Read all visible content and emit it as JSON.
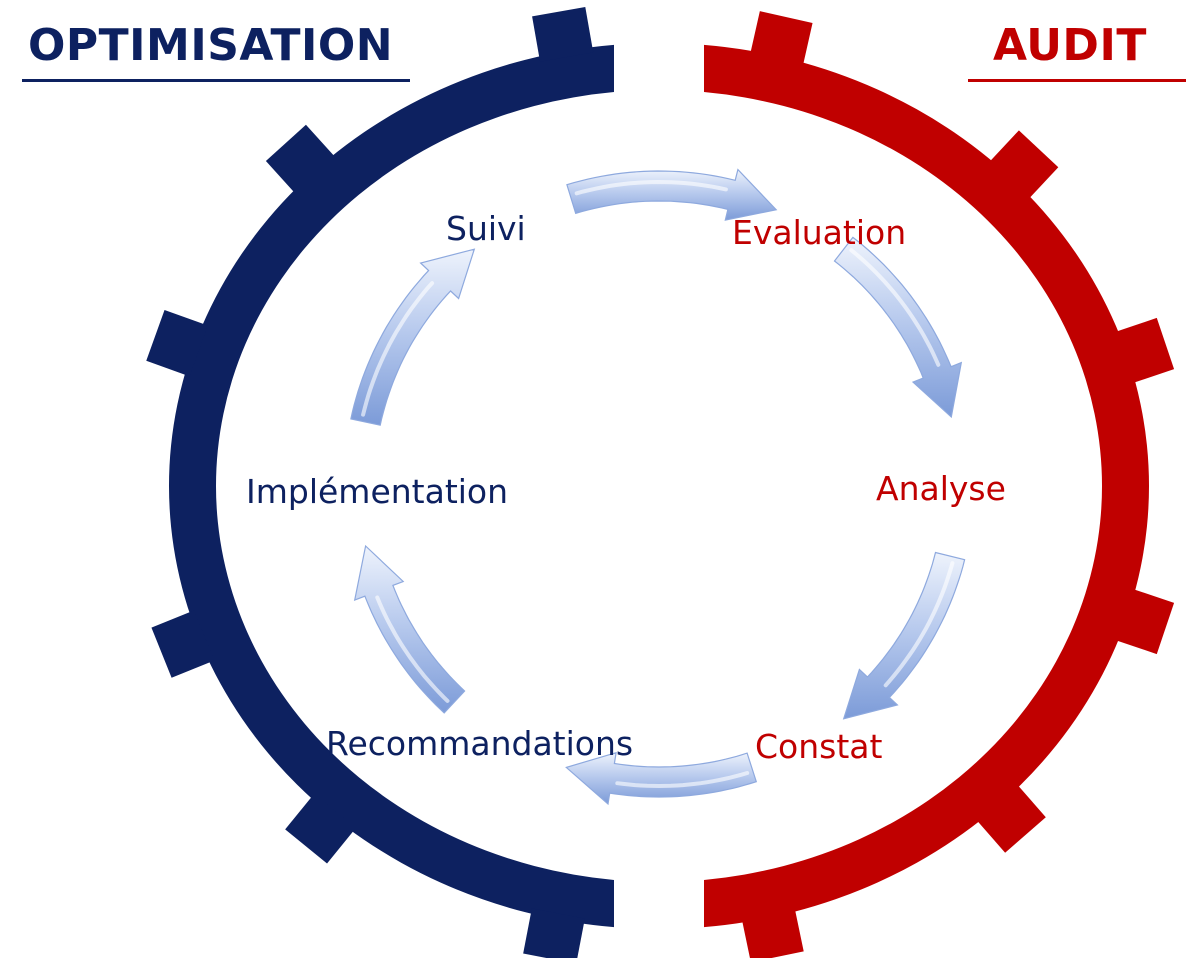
{
  "titles": {
    "left": "OPTIMISATION",
    "right": "AUDIT"
  },
  "colors": {
    "optimisation": "#0D2160",
    "audit": "#C00000",
    "arrow_light": "#D9E3F6",
    "arrow_dark": "#6F91D3"
  },
  "steps": [
    {
      "label": "Evaluation",
      "group": "audit"
    },
    {
      "label": "Analyse",
      "group": "audit"
    },
    {
      "label": "Constat",
      "group": "audit"
    },
    {
      "label": "Recommandations",
      "group": "optimisation"
    },
    {
      "label": "Implémentation",
      "group": "optimisation"
    },
    {
      "label": "Suivi",
      "group": "optimisation"
    }
  ],
  "flow": [
    {
      "from": "Suivi",
      "to": "Evaluation"
    },
    {
      "from": "Evaluation",
      "to": "Analyse"
    },
    {
      "from": "Analyse",
      "to": "Constat"
    },
    {
      "from": "Constat",
      "to": "Recommandations"
    },
    {
      "from": "Recommandations",
      "to": "Implémentation"
    },
    {
      "from": "Implémentation",
      "to": "Suivi"
    }
  ]
}
